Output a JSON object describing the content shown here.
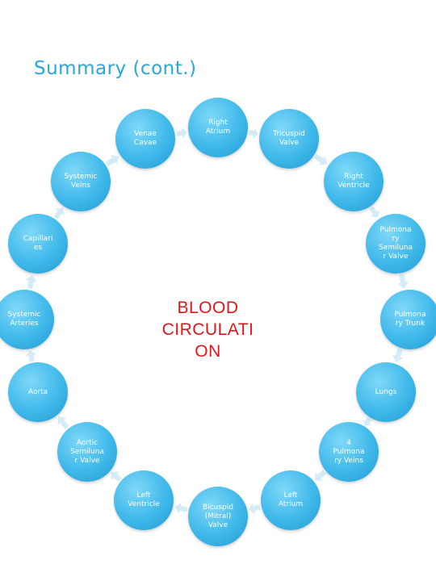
{
  "slide": {
    "title": "Summary (cont.)",
    "center_label": "BLOOD\nCIRCULATI\nON"
  },
  "cycle": {
    "nodes": [
      {
        "id": "right-atrium",
        "label": "Right\nAtrium"
      },
      {
        "id": "tricuspid-valve",
        "label": "Tricuspid\nValve"
      },
      {
        "id": "right-ventricle",
        "label": "Right\nVentricle"
      },
      {
        "id": "pulmonary-semilunar-valve",
        "label": "Pulmona\nry\nSemiluna\nr Valve"
      },
      {
        "id": "pulmonary-trunk",
        "label": "Pulmona\nry Trunk"
      },
      {
        "id": "lungs",
        "label": "Lungs"
      },
      {
        "id": "pulmonary-veins",
        "label": "4\nPulmona\nry Veins"
      },
      {
        "id": "left-atrium",
        "label": "Left\nAtrium"
      },
      {
        "id": "bicuspid-mitral-valve",
        "label": "Bicuspid\n(Mitral)\nValve"
      },
      {
        "id": "left-ventricle",
        "label": "Left\nVentricle"
      },
      {
        "id": "aortic-semilunar-valve",
        "label": "Aortic\nSemiluna\nr Valve"
      },
      {
        "id": "aorta",
        "label": "Aorta"
      },
      {
        "id": "systemic-arteries",
        "label": "Systemic\nArteries"
      },
      {
        "id": "capillaries",
        "label": "Capillari\nes"
      },
      {
        "id": "systemic-veins",
        "label": "Systemic\nVeins"
      },
      {
        "id": "venae-cavae",
        "label": "Venae\nCavae"
      }
    ],
    "colors": {
      "node_fill": "#3fb8ea",
      "arrow": "#d3ecf7",
      "title": "#2aa7d7",
      "center_text": "#e2141b"
    }
  }
}
